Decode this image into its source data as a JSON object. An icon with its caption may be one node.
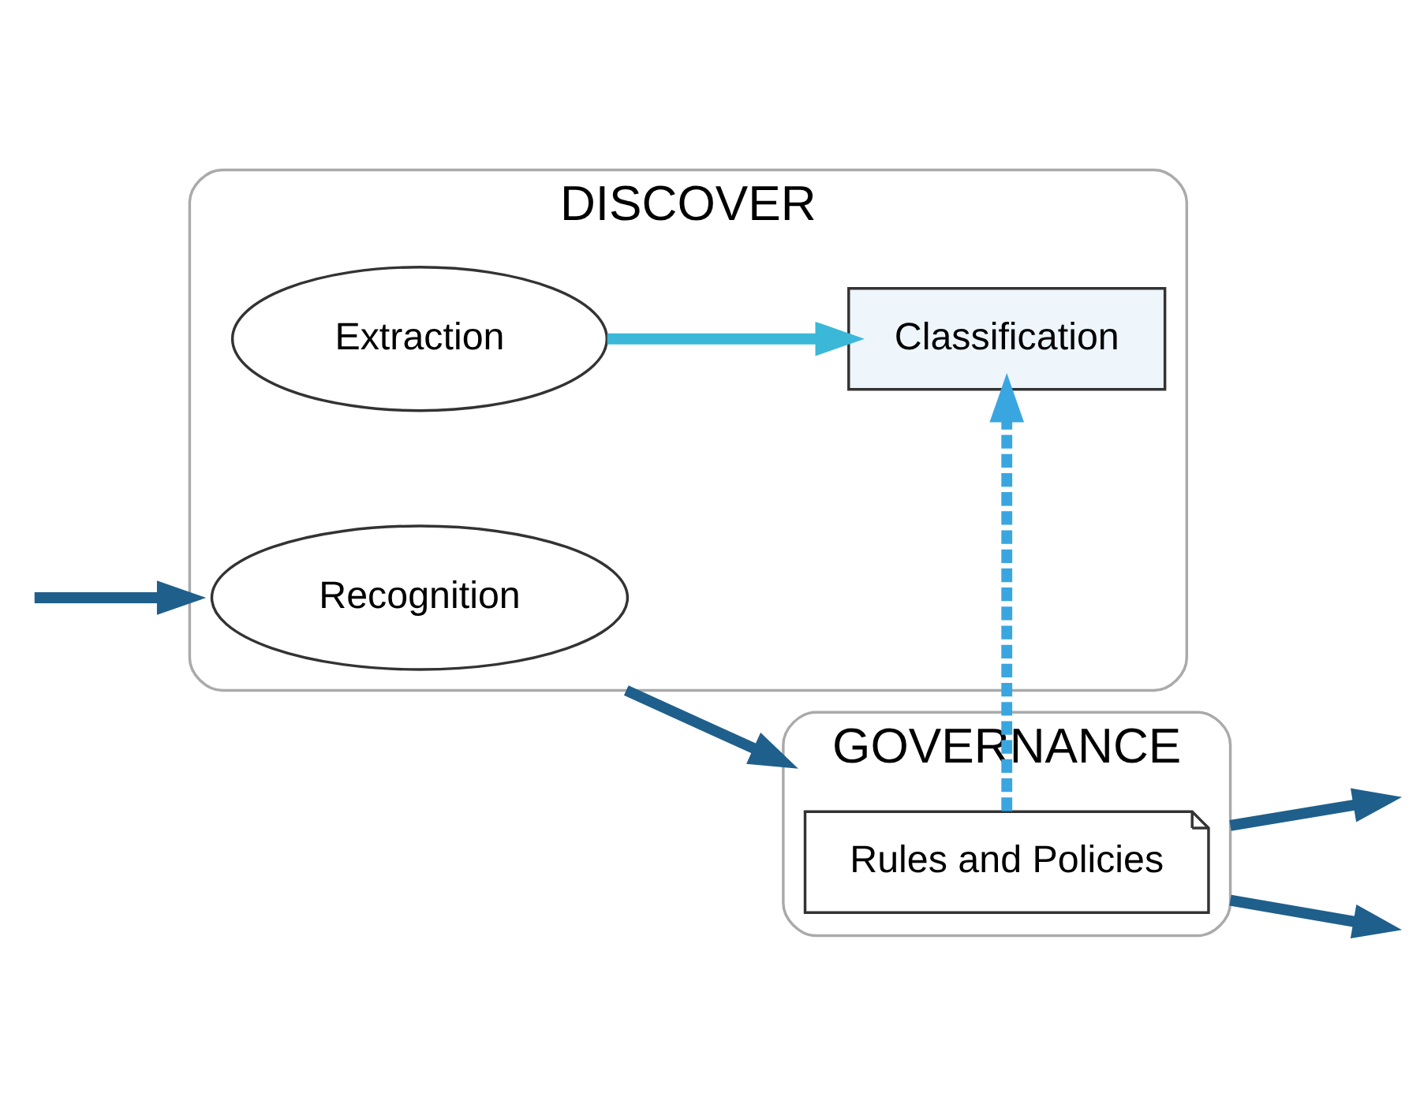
{
  "diagram": {
    "nodes": [
      {
        "text": [
          "DISCOVER"
        ]
      },
      {
        "text": [
          "Recognition"
        ],
        "in": 0
      },
      {
        "text": [
          "Extraction"
        ],
        "in": 0
      },
      {
        "text": [
          "Classification"
        ],
        "in": 0
      },
      {
        "text": [
          "GOVERNANCE"
        ]
      },
      {
        "text": [
          "Rules and Policies"
        ],
        "in": 4
      }
    ],
    "edges": [
      {
        "from": null,
        "to": 0,
        "arrow": "to"
      },
      {
        "from": 2,
        "to": 3,
        "arrow": "to",
        "color": "#3bb8d8"
      },
      {
        "from": 0,
        "to": 4,
        "arrow": "to"
      },
      {
        "from": 5,
        "to": 3,
        "arrow": "to",
        "style": "dashed",
        "color": "#3aa6e0"
      },
      {
        "from": 4,
        "to": null,
        "arrow": "to"
      },
      {
        "from": 4,
        "to": null,
        "arrow": "to"
      }
    ]
  }
}
